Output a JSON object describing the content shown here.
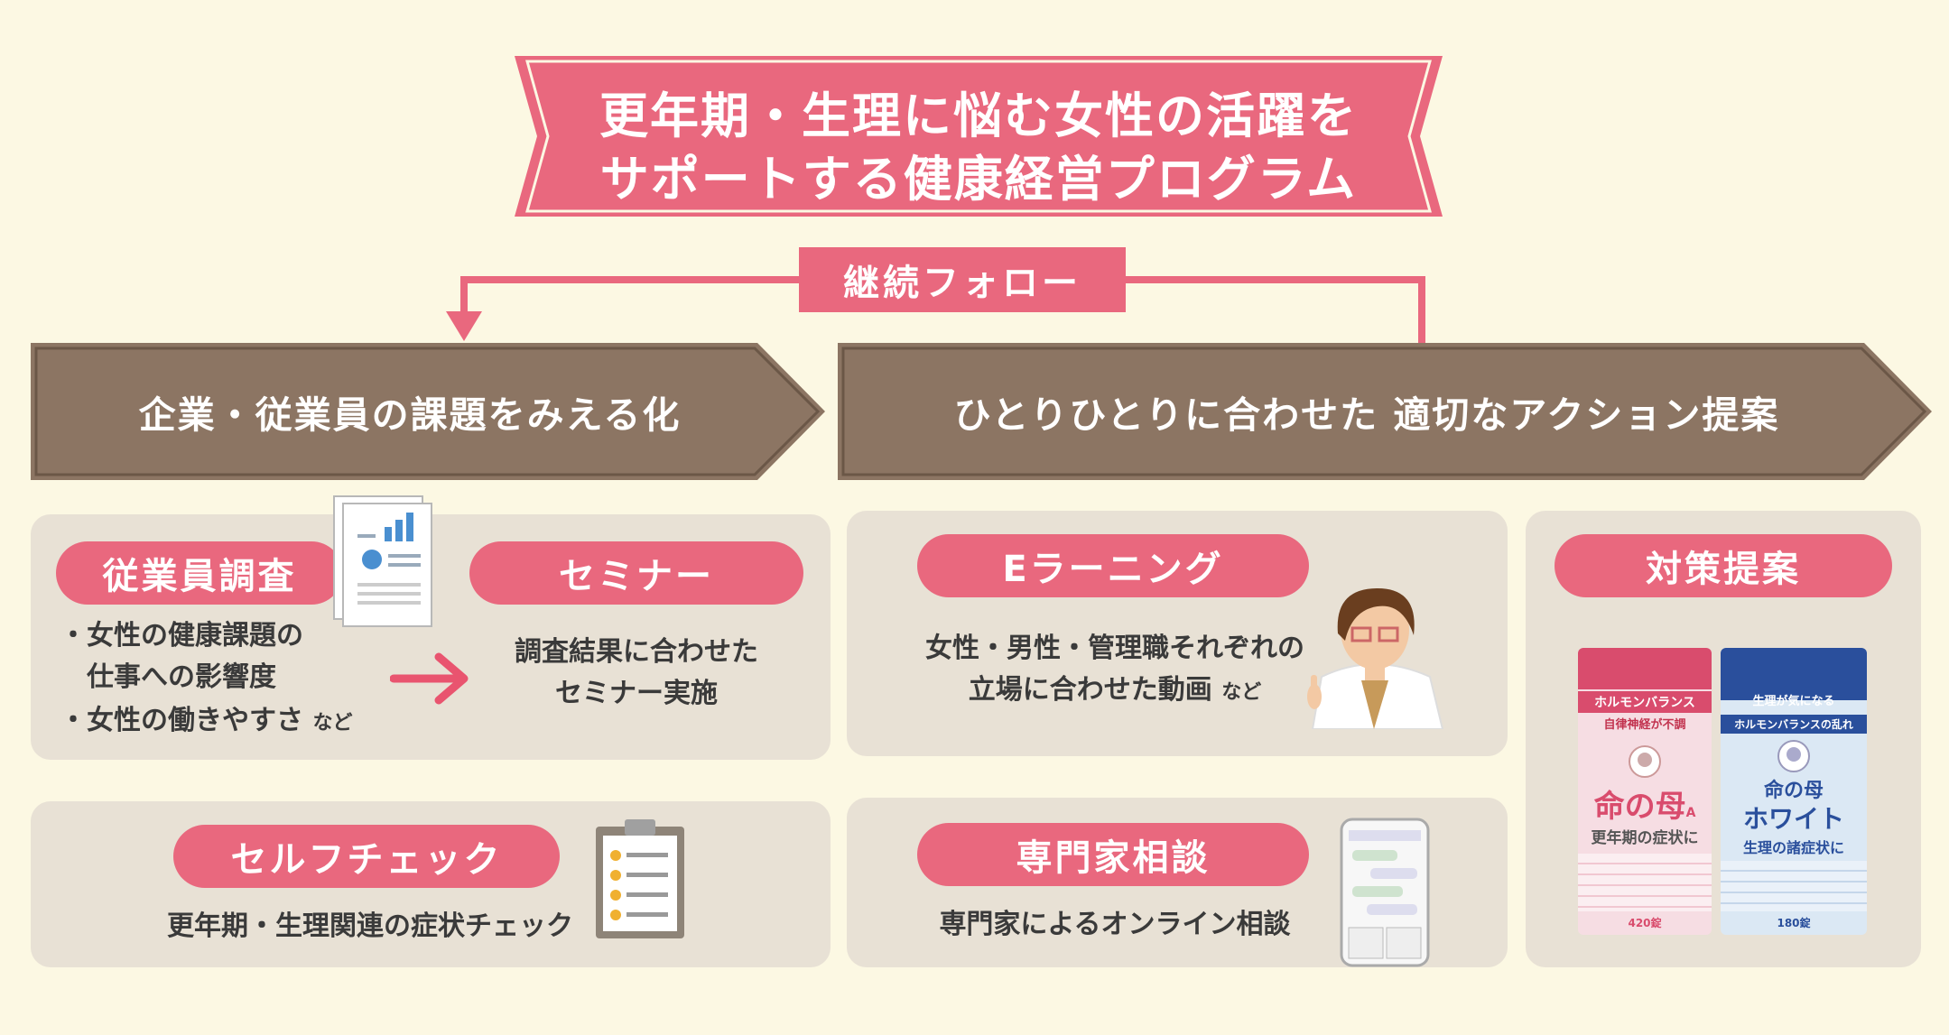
{
  "title": {
    "line1": "更年期・生理に悩む女性の活躍を",
    "line2": "サポートする健康経営プログラム"
  },
  "follow_label": "継続フォロー",
  "headers": {
    "left": "企業・従業員の課題をみえる化",
    "right": "ひとりひとりに合わせた 適切なアクション提案"
  },
  "cards": {
    "survey": {
      "title": "従業員調査",
      "bullet1_line1": "・女性の健康課題の",
      "bullet1_line2": "仕事への影響度",
      "bullet2": "・女性の働きやすさ",
      "bullet2_suffix": "など"
    },
    "seminar": {
      "title": "セミナー",
      "line1": "調査結果に合わせた",
      "line2": "セミナー実施"
    },
    "selfcheck": {
      "title": "セルフチェック",
      "text": "更年期・生理関連の症状チェック"
    },
    "elearning": {
      "title": "Eラーニング",
      "line1": "女性・男性・管理職それぞれの",
      "line2": "立場に合わせた動画",
      "line2_suffix": "など"
    },
    "expert": {
      "title": "専門家相談",
      "text": "専門家によるオンライン相談"
    },
    "proposal": {
      "title": "対策提案"
    }
  },
  "products": {
    "pink": {
      "top_label": "ホルモンバランス",
      "sub_label": "自律神経が不調",
      "brand": "命の母",
      "brand_suffix": "A",
      "caption": "更年期の症状に",
      "count": "420錠"
    },
    "blue": {
      "top_label": "生理が気になる",
      "sub_label": "ホルモンバランスの乱れ",
      "brand": "命の母",
      "name": "ホワイト",
      "caption": "生理の諸症状に",
      "count": "180錠"
    }
  },
  "colors": {
    "background": "#fcf8e3",
    "accent_pink": "#e9687e",
    "header_brown": "#8c7563",
    "card_gray": "#e8e1d5",
    "arrow_pink": "#e9546f"
  },
  "icons": [
    "document-chart-icon",
    "arrow-right-icon",
    "clipboard-icon",
    "presenter-person-icon",
    "smartphone-chat-icon"
  ]
}
